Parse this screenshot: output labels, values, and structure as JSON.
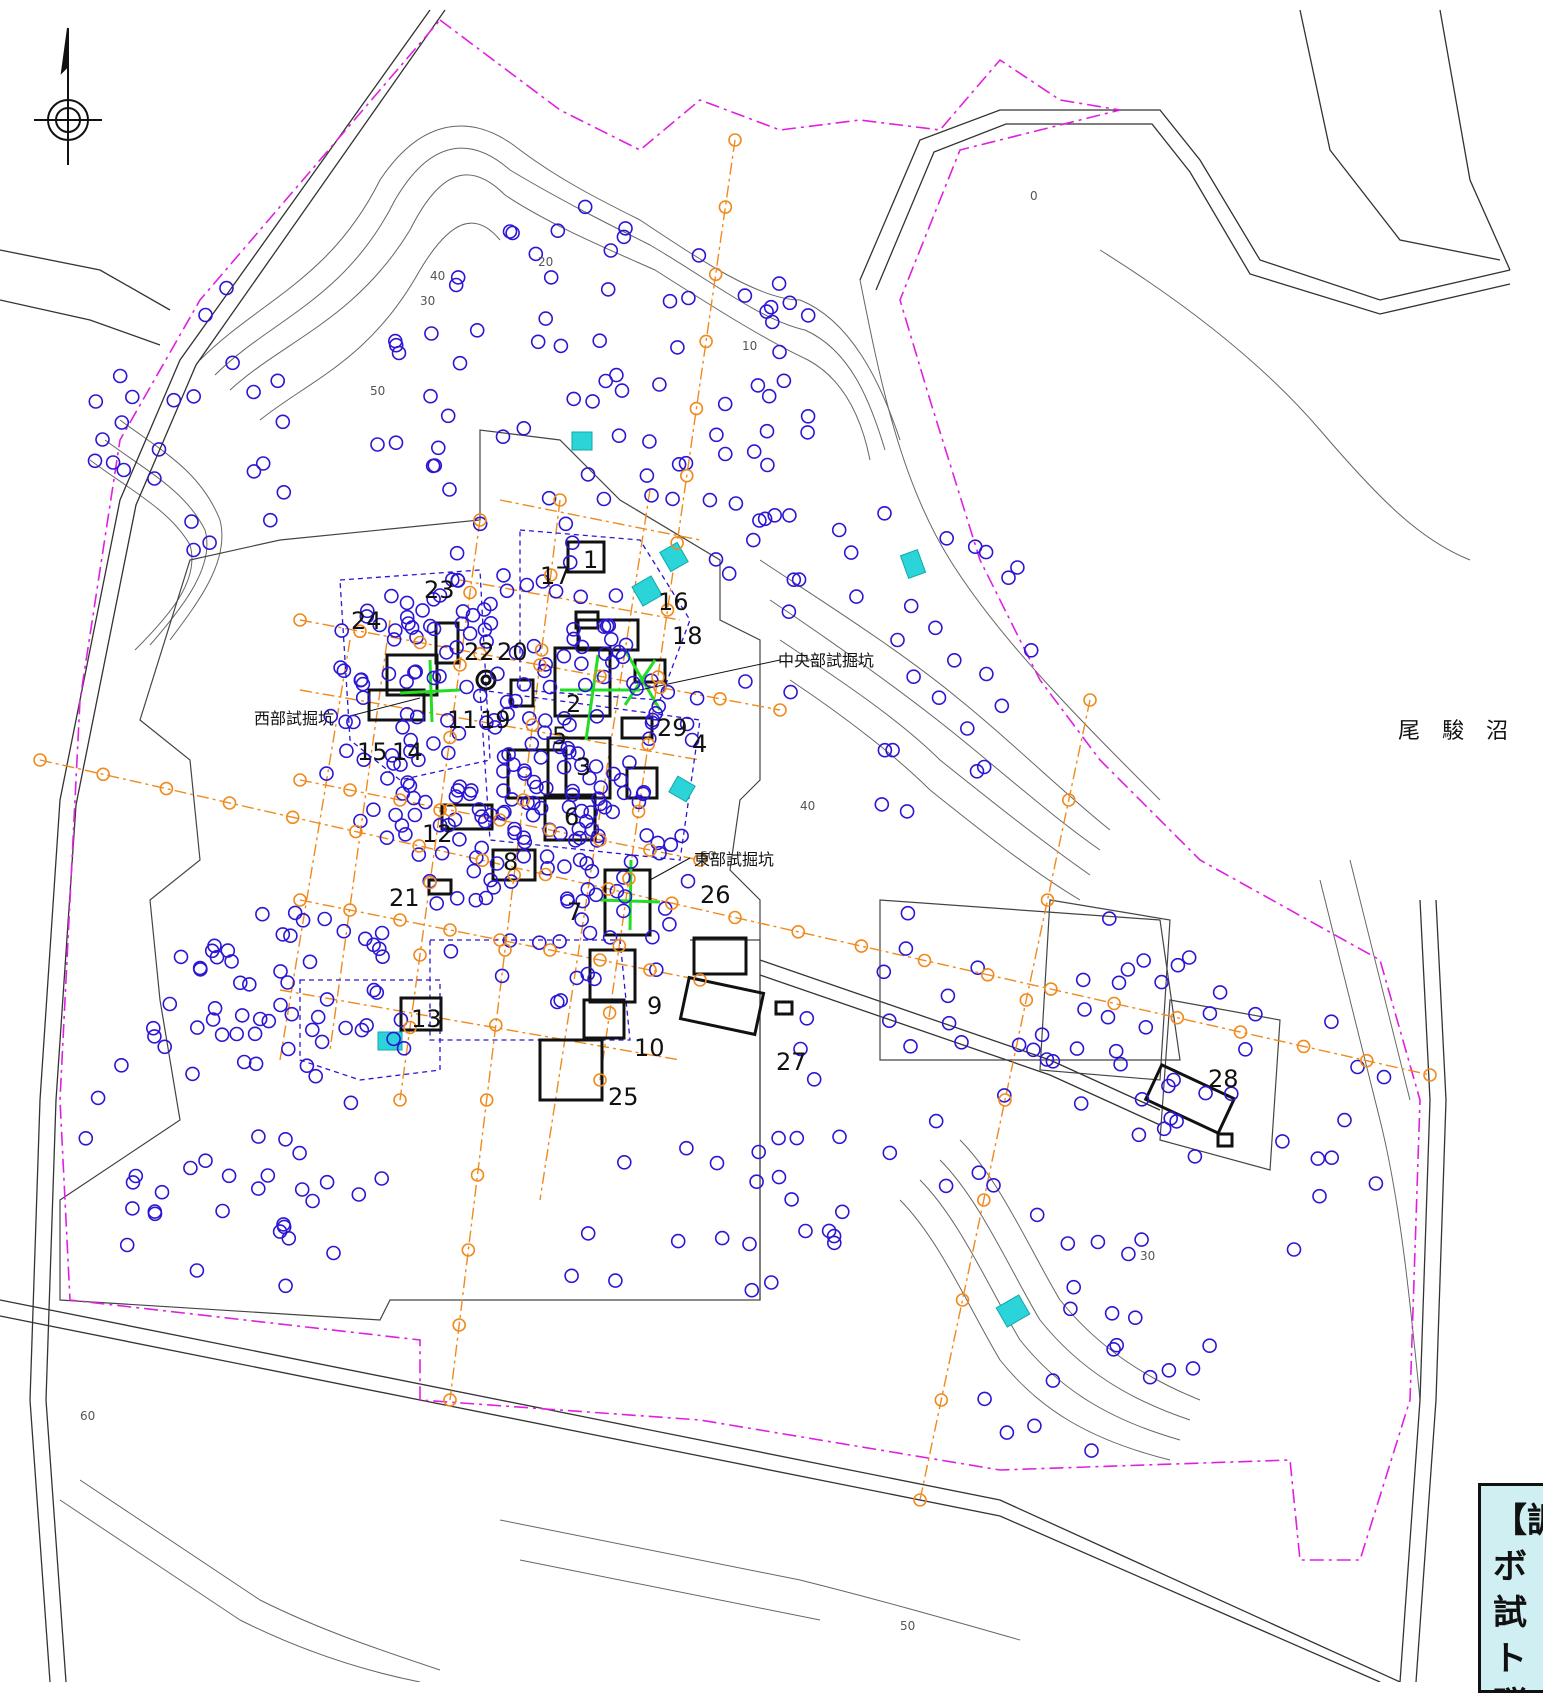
{
  "colors": {
    "contour": "#555555",
    "boundary": "#e020e0",
    "grid": "#f08a1e",
    "boring": "#2a16d4",
    "trench": "#2ad4d8",
    "test_pit": "#22dd22",
    "structure": "#111111",
    "legend_bg": "#cfeff3"
  },
  "icons": {
    "north_arrow": "north-arrow-icon"
  },
  "lake_label": "尾　駿　沼",
  "pit_labels": {
    "west": "西部試掘坑",
    "central": "中央部試掘坑",
    "east": "東部試掘坑"
  },
  "structure_numbers": [
    "1",
    "2",
    "3",
    "4",
    "5",
    "6",
    "7",
    "8",
    "9",
    "10",
    "11",
    "12",
    "13",
    "14",
    "15",
    "16",
    "17",
    "18",
    "19",
    "20",
    "21",
    "22",
    "23",
    "24",
    "25",
    "26",
    "27",
    "28",
    "29"
  ],
  "contour_labels": [
    "40",
    "50",
    "20",
    "30",
    "10",
    "60",
    "0"
  ],
  "legend": {
    "lines": [
      "【調",
      "ボ",
      "試",
      "ト",
      "弾"
    ]
  }
}
